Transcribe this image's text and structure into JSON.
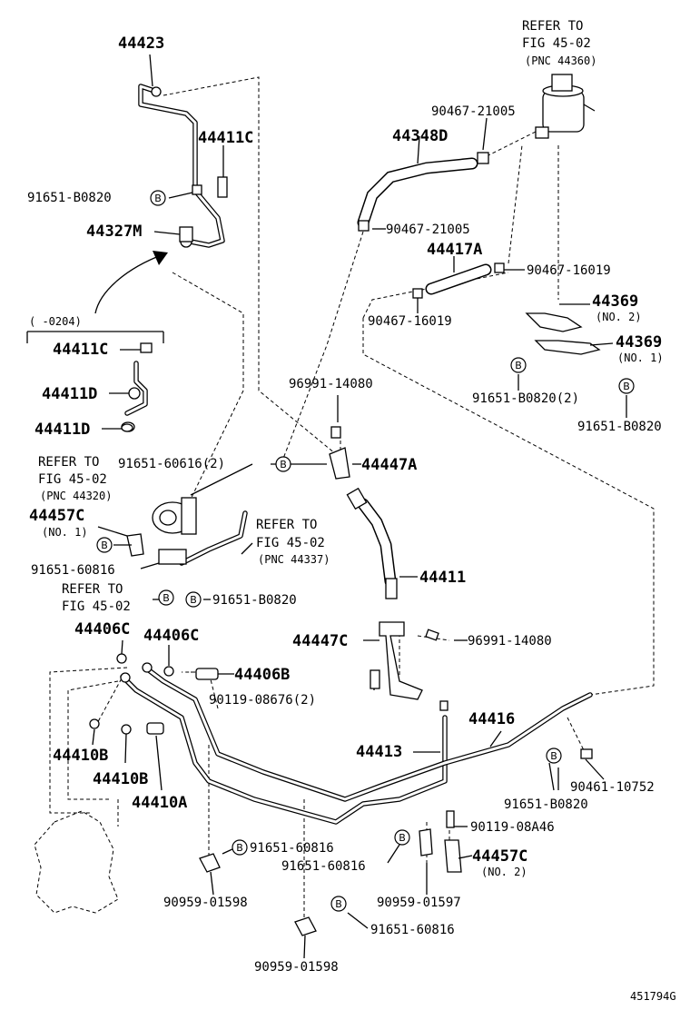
{
  "symbol_b": "B",
  "labels": {
    "p44423": "44423",
    "p44411C_top": "44411C",
    "p91651_B0820_a": "91651-B0820",
    "p44327M": "44327M",
    "range": "(      -0204)",
    "p44411C_lower": "44411C",
    "p44411D_a": "44411D",
    "p44411D_b": "44411D",
    "refer_fig_a1": "REFER TO",
    "refer_fig_a2": "FIG 45-02",
    "refer_fig_a3": "(PNC 44320)",
    "p91651_60616": "91651-60616(2)",
    "p44457C_1": "44457C",
    "no1_a": "(NO. 1)",
    "p91651_60816_a": "91651-60816",
    "refer_fig_b1": "REFER TO",
    "refer_fig_b2": "FIG 45-02",
    "p91651_B0820_b": "91651-B0820",
    "refer_fig_c1": "REFER TO",
    "refer_fig_c2": "FIG 45-02",
    "refer_fig_c3": "(PNC 44337)",
    "refer_fig_d1": "REFER TO",
    "refer_fig_d2": "FIG 45-02",
    "refer_fig_d3": "(PNC 44360)",
    "p90467_21005_a": "90467-21005",
    "p44348D": "44348D",
    "p90467_21005_b": "90467-21005",
    "p44417A": "44417A",
    "p90467_16019_a": "90467-16019",
    "p90467_16019_b": "90467-16019",
    "p44369_a": "44369",
    "no2_a": "(NO. 2)",
    "p44369_b": "44369",
    "no1_b": "(NO. 1)",
    "p91651_B0820_2": "91651-B0820(2)",
    "p91651_B0820_c": "91651-B0820",
    "p96991_14080_a": "96991-14080",
    "p44447A": "44447A",
    "p44411": "44411",
    "p44406C_a": "44406C",
    "p44406C_b": "44406C",
    "p44406B": "44406B",
    "p44447C": "44447C",
    "p96991_14080_b": "96991-14080",
    "p90119_08676": "90119-08676(2)",
    "p44410B_a": "44410B",
    "p44410B_b": "44410B",
    "p44410A": "44410A",
    "p44416": "44416",
    "p44413": "44413",
    "p90461_10752": "90461-10752",
    "p91651_B0820_d": "91651-B0820",
    "p90119_08A46": "90119-08A46",
    "p91651_60816_b": "91651-60816",
    "p91651_60816_c": "91651-60816",
    "p44457C_2": "44457C",
    "no2_b": "(NO. 2)",
    "p90959_01598_a": "90959-01598",
    "p90959_01597": "90959-01597",
    "p91651_60816_d": "91651-60816",
    "p90959_01598_b": "90959-01598",
    "figure_id": "451794G"
  }
}
